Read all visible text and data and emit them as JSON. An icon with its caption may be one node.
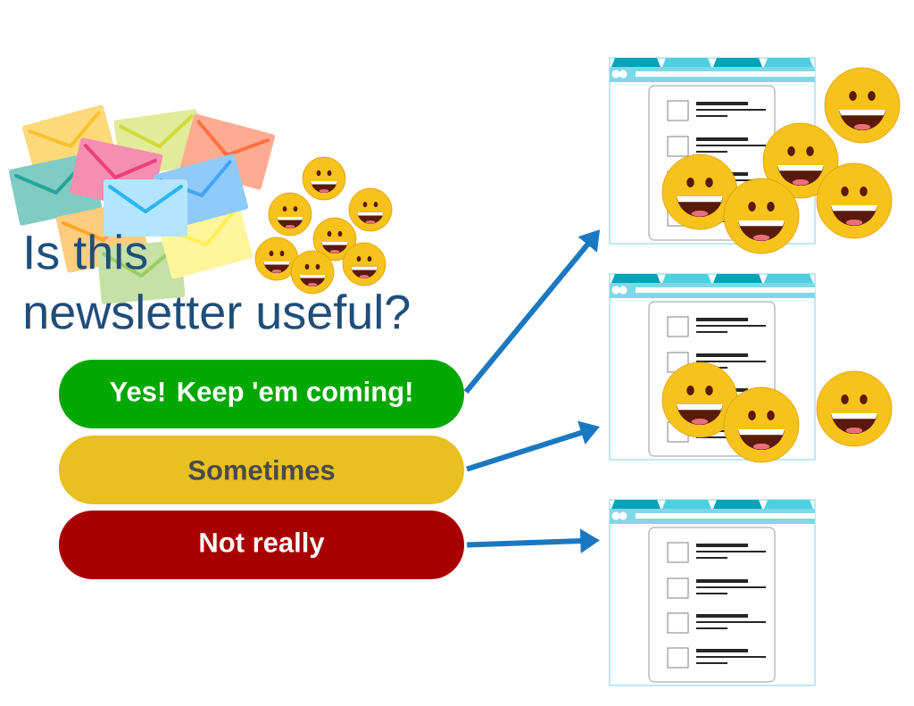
{
  "diagram": {
    "title": "Is this newsletter useful?",
    "nodes": [
      {
        "text": [
          "Yes! Keep 'em coming!"
        ]
      },
      {
        "text": [
          "Sometimes"
        ]
      },
      {
        "text": [
          "Not really"
        ]
      },
      {
        "text": [],
        "shape": "picture"
      },
      {
        "text": [],
        "shape": "picture"
      },
      {
        "text": [],
        "shape": "picture"
      }
    ],
    "edges": [
      {
        "from": 0,
        "to": 3,
        "arrow": "to"
      },
      {
        "from": 1,
        "to": 4,
        "arrow": "to"
      },
      {
        "from": 2,
        "to": 5,
        "arrow": "to"
      }
    ]
  }
}
